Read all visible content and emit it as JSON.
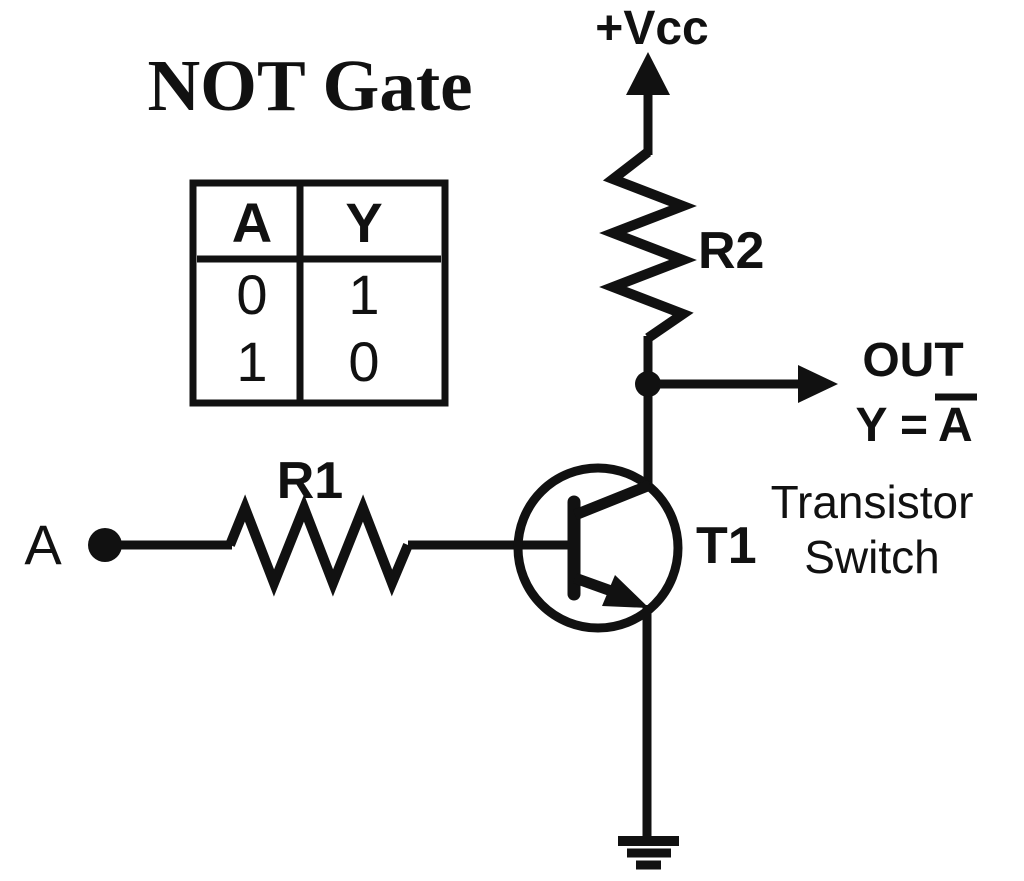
{
  "title": "NOT Gate",
  "truth_table": {
    "headers": [
      "A",
      "Y"
    ],
    "rows": [
      [
        "0",
        "1"
      ],
      [
        "1",
        "0"
      ]
    ]
  },
  "power": {
    "label": "+Vcc"
  },
  "resistors": {
    "r1": "R1",
    "r2": "R2"
  },
  "input": {
    "label": "A"
  },
  "output": {
    "label": "OUT",
    "equation_lhs": "Y =",
    "equation_rhs": "A",
    "overline_on_rhs": true
  },
  "transistor": {
    "designator": "T1",
    "caption_line1": "Transistor",
    "caption_line2": "Switch"
  },
  "colors": {
    "ink": "#111111",
    "background": "#ffffff"
  }
}
